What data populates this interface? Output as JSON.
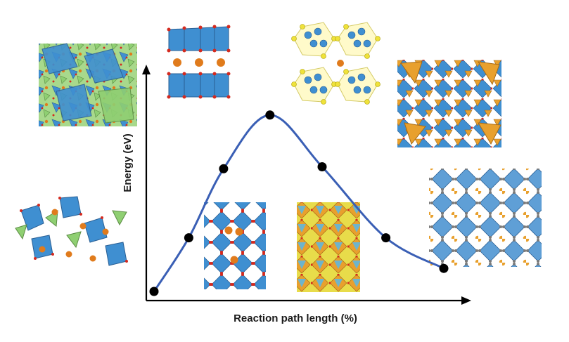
{
  "chart_data": {
    "type": "line",
    "title": "",
    "xlabel": "Reaction path length (%)",
    "ylabel": "Energy (eV)",
    "xlim": [
      0,
      100
    ],
    "ylim": [
      0,
      100
    ],
    "grid": false,
    "legend": "none",
    "series": [
      {
        "values_x": [
          0,
          12,
          24,
          40,
          58,
          80,
          100
        ],
        "values_y": [
          0,
          28,
          64,
          92,
          65,
          28,
          12
        ]
      }
    ],
    "colors": {
      "curve": "#3a5fb5",
      "marker": "#000000",
      "axis": "#000000",
      "octahedra_blue": "#3f8fd1",
      "octahedra_green": "#8fcf72",
      "octahedra_orange": "#e8a02d",
      "polyhedra_yellow": "#e8dc4a",
      "ion_orange": "#e07b1c",
      "oxygen_red": "#d42a1f"
    },
    "illustrations": [
      "layered-structure",
      "cluster-structure",
      "mixed-polyhedra-structure",
      "green-blue-framework",
      "sparse-framework",
      "blue-octahedra-stack",
      "orange-octahedra-stack",
      "perovskite-framework"
    ]
  }
}
